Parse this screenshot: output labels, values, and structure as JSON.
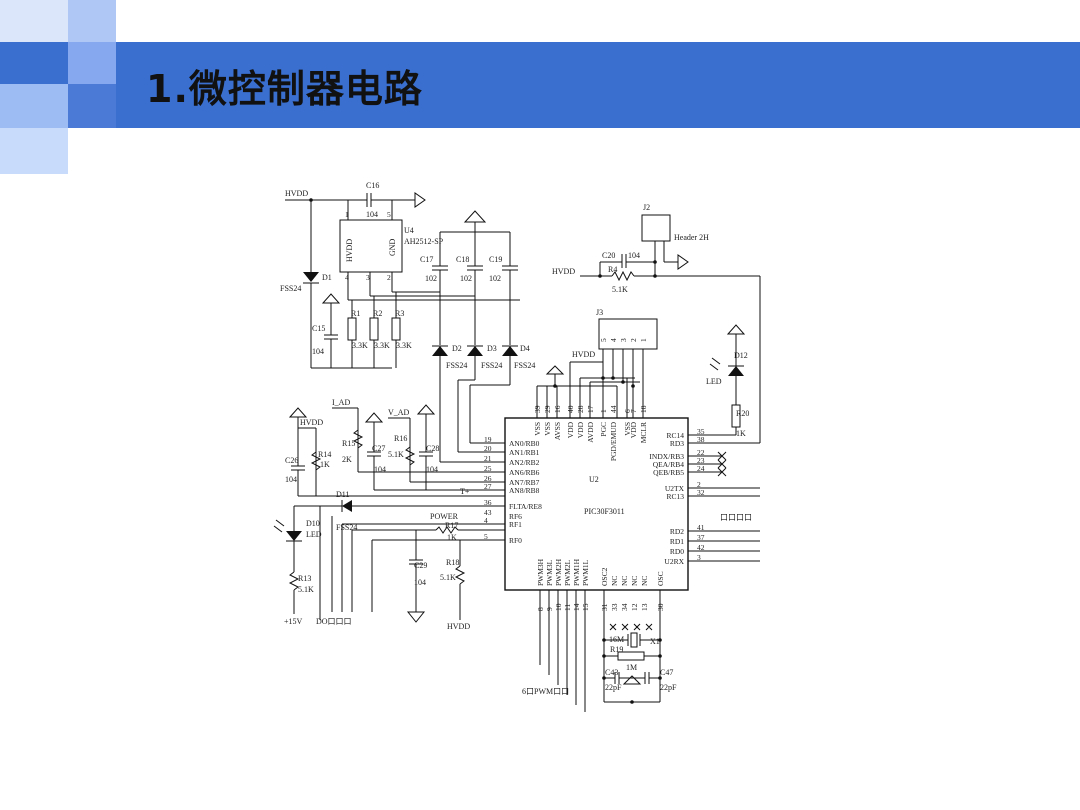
{
  "slide": {
    "title": "1.微控制器电路"
  },
  "schematic": {
    "nets": {
      "hvdd_top": "HVDD",
      "hvdd_r4": "HVDD",
      "hvdd_j3": "HVDD",
      "hvdd_r14": "HVDD",
      "hvdd_r18": "HVDD",
      "i_ad": "I_AD",
      "v_ad": "V_AD",
      "t_plus": "T+",
      "power": "POWER",
      "plus15v": "+15V",
      "do_label": "DO口口口",
      "pwm_label": "6口PWM口口",
      "right_label": "口口口口"
    },
    "components": {
      "u4_ref": "U4",
      "u4_part": "AH2512-SP",
      "u4_pin_hvdd": "HVDD",
      "u4_pin_gnd": "GND",
      "c16": "C16",
      "c16_val": "104",
      "c17": "C17",
      "c17_val": "102",
      "c18": "C18",
      "c18_val": "102",
      "c19": "C19",
      "c19_val": "102",
      "c15": "C15",
      "c15_val": "104",
      "c20": "C20",
      "c20_val": "104",
      "c26": "C26",
      "c26_val": "104",
      "c27": "C27",
      "c27_val": "104",
      "c28": "C28",
      "c28_val": "104",
      "c29": "C29",
      "c29_val": "104",
      "c43": "C43",
      "c43_val": "22pF",
      "c47": "C47",
      "c47_val": "22pF",
      "r1": "R1",
      "r2": "R2",
      "r3": "R3",
      "r123_val": "3.3K",
      "r4": "R4",
      "r4_val": "5.1K",
      "r13": "R13",
      "r13_val": "5.1K",
      "r14": "R14",
      "r14_val": "1K",
      "r15": "R15",
      "r15_val": "2K",
      "r16": "R16",
      "r16_val": "5.1K",
      "r17": "R17",
      "r17_val": "1K",
      "r18": "R18",
      "r18_val": "5.1K",
      "r19": "R19",
      "r19_val": "1M",
      "r20": "R20",
      "r20_val": "1K",
      "d1": "D1",
      "d2": "D2",
      "d3": "D3",
      "d4": "D4",
      "d11": "D11",
      "fss24": "FSS24",
      "d10": "D10",
      "d12": "D12",
      "led": "LED",
      "j2": "J2",
      "j2_part": "Header 2H",
      "j3": "J3",
      "x1": "X1",
      "x1_val": "16M",
      "u2_ref": "U2",
      "u2_part": "PIC30F3011"
    },
    "mcu_left_pins": [
      {
        "name": "AN0/RB0",
        "num": "19"
      },
      {
        "name": "AN1/RB1",
        "num": "20"
      },
      {
        "name": "AN2/RB2",
        "num": "21"
      },
      {
        "name": "AN6/RB6",
        "num": "25"
      },
      {
        "name": "AN7/RB7",
        "num": "26"
      },
      {
        "name": "AN8/RB8",
        "num": "27"
      },
      {
        "name": "FLTA/RE8",
        "num": "36"
      },
      {
        "name": "RF6",
        "num": "43"
      },
      {
        "name": "RF1",
        "num": "4"
      },
      {
        "name": "RF0",
        "num": "5"
      }
    ],
    "mcu_right_pins": [
      {
        "name": "RC14",
        "num": "35"
      },
      {
        "name": "RD3",
        "num": "38"
      },
      {
        "name": "INDX/RB3",
        "num": "22"
      },
      {
        "name": "QEA/RB4",
        "num": "23"
      },
      {
        "name": "QEB/RB5",
        "num": "24"
      },
      {
        "name": "U2TX",
        "num": "2"
      },
      {
        "name": "RC13",
        "num": "32"
      },
      {
        "name": "RD2",
        "num": "41"
      },
      {
        "name": "RD1",
        "num": "37"
      },
      {
        "name": "RD0",
        "num": "42"
      },
      {
        "name": "U2RX",
        "num": "3"
      }
    ],
    "mcu_top_pins": [
      {
        "name": "VSS",
        "num": "39"
      },
      {
        "name": "VSS",
        "num": "29"
      },
      {
        "name": "AVSS",
        "num": "16"
      },
      {
        "name": "VDD",
        "num": "40"
      },
      {
        "name": "VDD",
        "num": "28"
      },
      {
        "name": "AVDD",
        "num": "17"
      },
      {
        "name": "PGC",
        "num": "1"
      },
      {
        "name": "PGD/EMUD",
        "num": "44"
      },
      {
        "name": "VSS",
        "num": "6"
      },
      {
        "name": "VDD",
        "num": "7"
      },
      {
        "name": "MCLR",
        "num": "18"
      }
    ],
    "mcu_bottom_pins": [
      {
        "name": "PWM3H",
        "num": "8"
      },
      {
        "name": "PWM3L",
        "num": "9"
      },
      {
        "name": "PWM2H",
        "num": "10"
      },
      {
        "name": "PWM2L",
        "num": "11"
      },
      {
        "name": "PWM1H",
        "num": "14"
      },
      {
        "name": "PWM1L",
        "num": "15"
      },
      {
        "name": "OSC2",
        "num": "31"
      },
      {
        "name": "NC",
        "num": "33"
      },
      {
        "name": "NC",
        "num": "34"
      },
      {
        "name": "NC",
        "num": "12"
      },
      {
        "name": "NC",
        "num": "13"
      },
      {
        "name": "OSC",
        "num": "30"
      }
    ],
    "j3_pins": [
      "5",
      "4",
      "3",
      "2",
      "1"
    ],
    "u4_pins": [
      "1",
      "5",
      "4",
      "3",
      "2"
    ]
  }
}
